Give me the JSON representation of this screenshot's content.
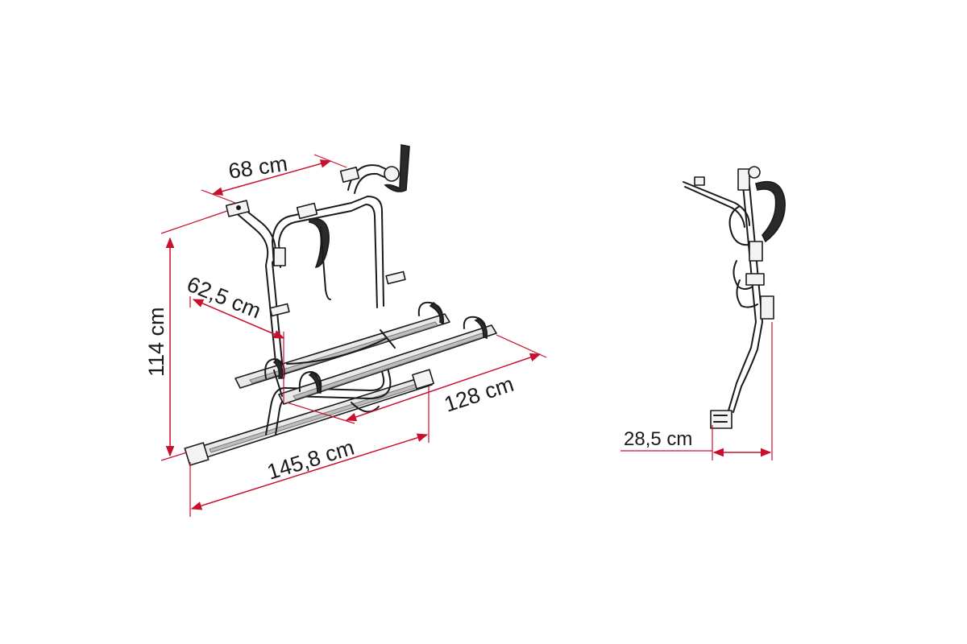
{
  "dimensions": {
    "width_top": "68 cm",
    "height": "114 cm",
    "depth": "62,5 cm",
    "rail_length": "128 cm",
    "overall_length": "145,8 cm",
    "side_depth": "28,5 cm"
  },
  "colors": {
    "dimension_lines": "#c8102e",
    "outline": "#1a1a1a",
    "background": "#ffffff"
  }
}
